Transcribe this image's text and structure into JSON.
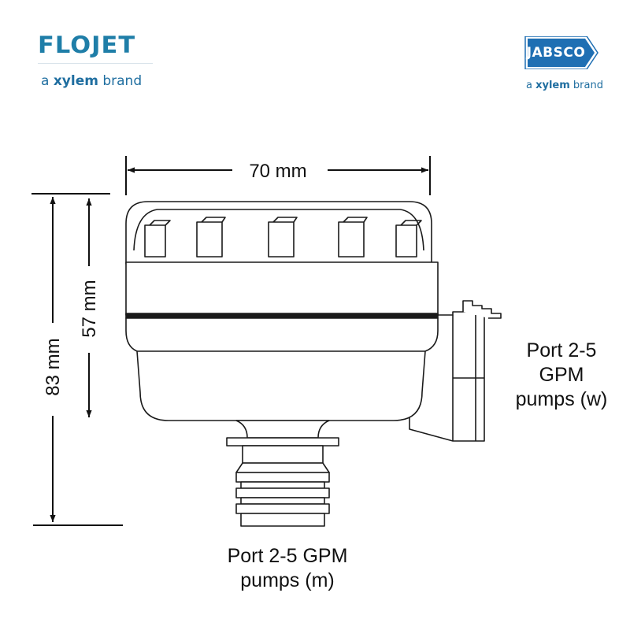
{
  "logos": {
    "flojet": {
      "name": "FLOJET",
      "tagline_prefix": "a ",
      "tagline_brand": "xylem",
      "tagline_suffix": " brand",
      "color": "#1f7ea8"
    },
    "jabsco": {
      "name": "JABSCO",
      "tagline_prefix": "a ",
      "tagline_brand": "xylem",
      "tagline_suffix": " brand",
      "color": "#1f6fb3"
    }
  },
  "dimensions": {
    "width": "70 mm",
    "total_height": "83 mm",
    "body_height": "57 mm"
  },
  "ports": {
    "side": [
      "Port 2-5",
      "GPM",
      "pumps (w)"
    ],
    "bottom": [
      "Port 2-5 GPM",
      "pumps (m)"
    ]
  }
}
